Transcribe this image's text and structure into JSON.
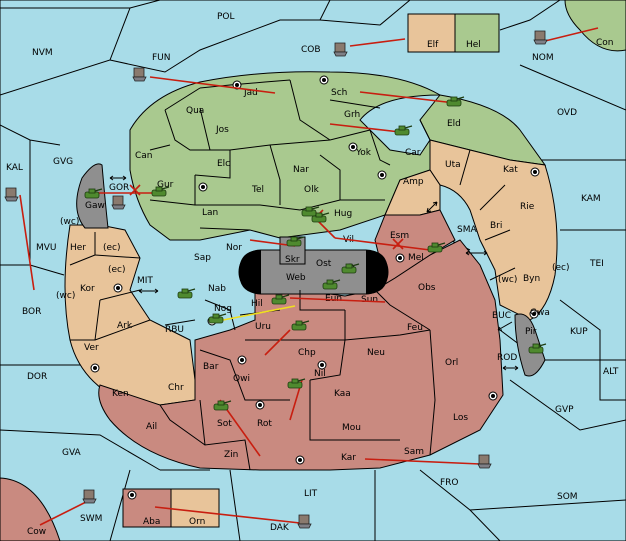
{
  "map": {
    "colors": {
      "sea": "#a8dce8",
      "green_player": "#a9c98f",
      "tan_player": "#e8c49a",
      "red_player": "#c98a80",
      "neutral_gray": "#8f8f8f",
      "order_arrow": "#c81e10",
      "support_arrow": "#f0e020"
    },
    "sea_labels": {
      "pol": "POL",
      "nvm": "NVM",
      "fun": "FUN",
      "cob": "COB",
      "nom": "NOM",
      "ovd": "OVD",
      "kal": "KAL",
      "gvg": "GVG",
      "gor": "GOR",
      "mvu": "MVU",
      "mit": "MIT",
      "bor": "BOR",
      "rbu": "RBU",
      "dor": "DOR",
      "gva": "GVA",
      "kam": "KAM",
      "sma": "SMA",
      "tei": "TEI",
      "buc": "BUC",
      "kup": "KUP",
      "rod": "ROD",
      "alt": "ALT",
      "gvp": "GVP",
      "fro": "FRO",
      "som": "SOM",
      "lit": "LIT",
      "swm": "SWM",
      "dak": "DAK"
    },
    "territory_labels": {
      "jad": "Jad",
      "sch": "Sch",
      "qua": "Qua",
      "jos": "Jos",
      "grh": "Grh",
      "eld": "Eld",
      "can": "Can",
      "elc": "Elc",
      "nar": "Nar",
      "yok": "Yok",
      "car": "Car",
      "uta": "Uta",
      "kat": "Kat",
      "gur": "Gur",
      "tel": "Tel",
      "olk": "Olk",
      "amp": "Amp",
      "lan": "Lan",
      "hug": "Hug",
      "rie": "Rie",
      "gaw": "Gaw",
      "her": "Her",
      "nor": "Nor",
      "vil": "Vil",
      "esm": "Esm",
      "bri": "Bri",
      "sap": "Sap",
      "skr": "Skr",
      "ost": "Ost",
      "web": "Web",
      "mel": "Mel",
      "byn": "Byn",
      "kor": "Kor",
      "nab": "Nab",
      "obs": "Obs",
      "gwa": "Gwa",
      "nog": "Nog",
      "hil": "Hil",
      "eun": "Eun",
      "sun": "Sun",
      "ark": "Ark",
      "uru": "Uru",
      "feu": "Feu",
      "pir": "Pir",
      "ver": "Ver",
      "chp": "Chp",
      "neu": "Neu",
      "orl": "Orl",
      "bar": "Bar",
      "qwi": "Qwi",
      "nil": "Nil",
      "ken": "Ken",
      "chr": "Chr",
      "kaa": "Kaa",
      "sot": "Sot",
      "rot": "Rot",
      "los": "Los",
      "ail": "Ail",
      "mou": "Mou",
      "zin": "Zin",
      "kar": "Kar",
      "sam": "Sam",
      "elf": "Elf",
      "hel": "Hel",
      "con": "Con",
      "cow": "Cow",
      "aba": "Aba",
      "orn": "Orn"
    },
    "coast_markers": {
      "her_wc": "(wc)",
      "her_ec": "(ec)",
      "kor_wc": "(wc)",
      "kor_ec": "(ec)",
      "byn_wc": "(wc)",
      "byn_ec": "(ec)"
    },
    "units": [
      {
        "type": "army",
        "location": "Gaw"
      },
      {
        "type": "army",
        "location": "Gur"
      },
      {
        "type": "army",
        "location": "Eld"
      },
      {
        "type": "army",
        "location": "Car"
      },
      {
        "type": "army",
        "location": "Hug"
      },
      {
        "type": "army",
        "location": "Skr"
      },
      {
        "type": "army",
        "location": "Vil"
      },
      {
        "type": "army",
        "location": "Mel"
      },
      {
        "type": "army",
        "location": "Ost"
      },
      {
        "type": "army",
        "location": "Eun"
      },
      {
        "type": "army",
        "location": "Nab"
      },
      {
        "type": "army",
        "location": "Hil"
      },
      {
        "type": "army",
        "location": "Nog"
      },
      {
        "type": "army",
        "location": "Uru"
      },
      {
        "type": "army",
        "location": "Nil"
      },
      {
        "type": "army",
        "location": "Sot"
      },
      {
        "type": "army",
        "location": "Pir"
      },
      {
        "type": "fleet",
        "location": "GOR"
      },
      {
        "type": "fleet",
        "location": "FUN"
      },
      {
        "type": "fleet",
        "location": "COB"
      },
      {
        "type": "fleet",
        "location": "NOM"
      },
      {
        "type": "fleet",
        "location": "KAL"
      },
      {
        "type": "fleet",
        "location": "FRO"
      },
      {
        "type": "fleet",
        "location": "SWM"
      },
      {
        "type": "fleet",
        "location": "DAK"
      }
    ]
  }
}
